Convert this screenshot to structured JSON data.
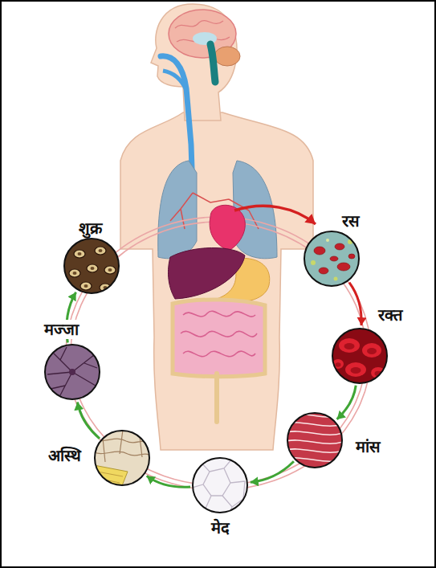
{
  "diagram": {
    "nodes": [
      {
        "text": [
          "रस"
        ]
      },
      {
        "text": [
          "रक्त"
        ]
      },
      {
        "text": [
          "मांस"
        ]
      },
      {
        "text": [
          "मेद"
        ]
      },
      {
        "text": [
          "अस्थि"
        ]
      },
      {
        "text": [
          "मज्जा"
        ]
      },
      {
        "text": [
          "शुक्र"
        ]
      }
    ],
    "edges": [
      {
        "from": 0,
        "to": 1,
        "arrow": "to"
      },
      {
        "from": 1,
        "to": 2,
        "arrow": "to"
      },
      {
        "from": 2,
        "to": 3,
        "arrow": "to"
      },
      {
        "from": 3,
        "to": 4,
        "arrow": "to"
      },
      {
        "from": 4,
        "to": 5,
        "arrow": "to"
      },
      {
        "from": 5,
        "to": 6,
        "arrow": "to"
      }
    ]
  }
}
